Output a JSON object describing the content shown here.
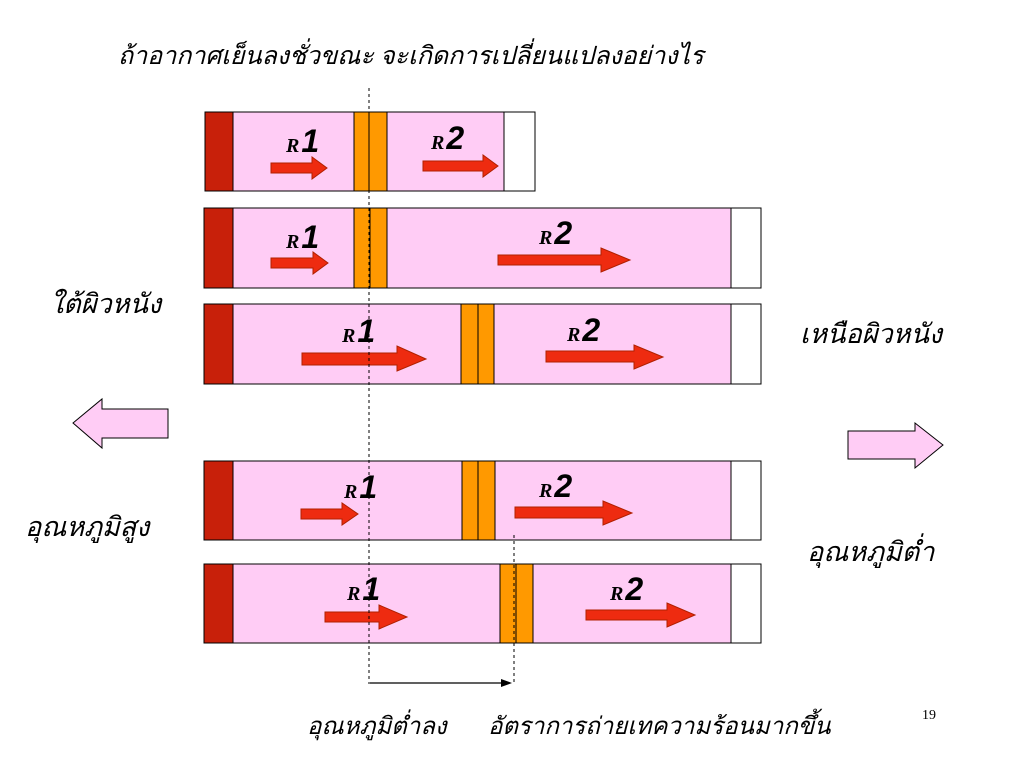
{
  "title": "ถ้าอากาศเย็นลงชั่วขณะ จะเกิดการเปลี่ยนแปลงอย่างไร",
  "labels": {
    "below_skin": "ใต้ผิวหนัง",
    "above_skin": "เหนือผิวหนัง",
    "high_temp": "อุณหภูมิสูง",
    "low_temp": "อุณหภูมิต่ำ",
    "temp_drop": "อุณหภูมิต่ำลง",
    "heat_rate_up": "อัตราการถ่ายเทความร้อนมากขึ้น"
  },
  "page_number": "19",
  "resistance": {
    "r1": {
      "letter": "R",
      "digit": "1"
    },
    "r2": {
      "letter": "R",
      "digit": "2"
    }
  },
  "colors": {
    "inner_layer": "#c8200a",
    "tissue": "#ffccf5",
    "interface": "#ff9900",
    "outer": "#ffffff",
    "arrow": "#ee2b10",
    "direction_arrow": "#ffccf5",
    "border": "#000000"
  }
}
